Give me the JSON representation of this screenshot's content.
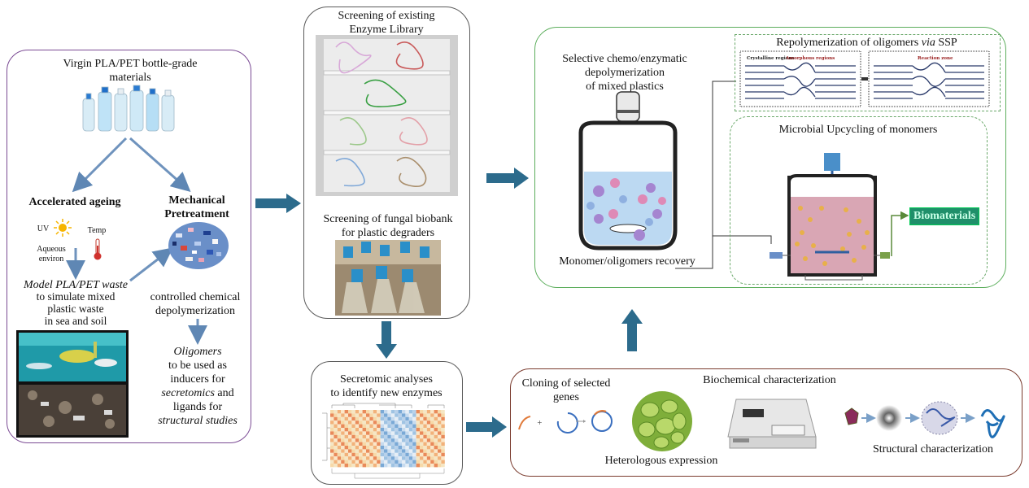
{
  "panel_left": {
    "virgin_title_line1": "Virgin PLA/PET bottle-grade",
    "virgin_title_line2": "materials",
    "accelerated_ageing": "Accelerated ageing",
    "uv_label": "UV",
    "temp_label": "Temp",
    "aqueous_line1": "Aqueous",
    "aqueous_line2": "environ",
    "mechanical_line1": "Mechanical",
    "mechanical_line2": "Pretreatment",
    "model_waste": "Model PLA/PET waste",
    "simulate_line1": "to simulate mixed",
    "simulate_line2": "plastic waste",
    "simulate_line3": "in sea and soil",
    "controlled_line1": "controlled chemical",
    "controlled_line2": "depolymerization",
    "oligomers": "Oligomers",
    "used_line1": "to be used as",
    "used_line2": "inducers for",
    "secretomics": "secretomics",
    "and_text": " and",
    "ligands_for": "ligands for",
    "structural_studies": "structural studies"
  },
  "panel_screening": {
    "enzyme_title_line1": "Screening of existing",
    "enzyme_title_line2": "Enzyme Library",
    "fungal_title_line1": "Screening of fungal biobank",
    "fungal_title_line2": "for plastic degraders"
  },
  "panel_secretomic": {
    "title_line1": "Secretomic analyses",
    "title_line2": "to identify new enzymes"
  },
  "panel_depoly": {
    "title_line1": "Selective chemo/enzymatic",
    "title_line2": "depolymerization",
    "title_line3": "of mixed plastics",
    "recovery": "Monomer/oligomers recovery",
    "repoly_prefix": "Repolymerization of oligomers ",
    "repoly_via": "via",
    "repoly_suffix": " SSP",
    "crystalline": "Crystalline regions",
    "amorphous": "Amorphous regions",
    "reaction_zone": "Reaction zone",
    "microbial": "Microbial Upcycling of monomers",
    "biomaterials": "Biomaterials"
  },
  "panel_characterization": {
    "cloning_line1": "Cloning of selected",
    "cloning_line2": "genes",
    "biochemical": "Biochemical characterization",
    "heterologous": "Heterologous expression",
    "structural": "Structural characterization"
  },
  "colors": {
    "left_border": "#7b4b94",
    "screen_border": "#555555",
    "depoly_border": "#5cae5c",
    "char_border": "#7a3b2e",
    "arrow_fill": "#2f6f8f",
    "thin_arrow": "#7aa0c8"
  }
}
